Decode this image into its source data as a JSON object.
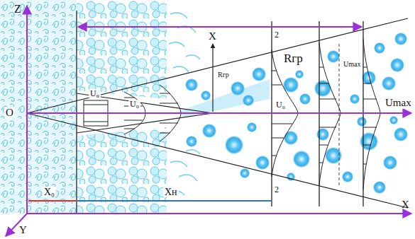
{
  "diagram": {
    "labels": [
      "Z",
      "O",
      "X",
      "Rгр",
      "Rгр",
      "U₀",
      "U₀",
      "U₀",
      "2",
      "Umax",
      "2",
      "Umax",
      "X₀",
      "Xн",
      "X",
      "Y"
    ]
  }
}
